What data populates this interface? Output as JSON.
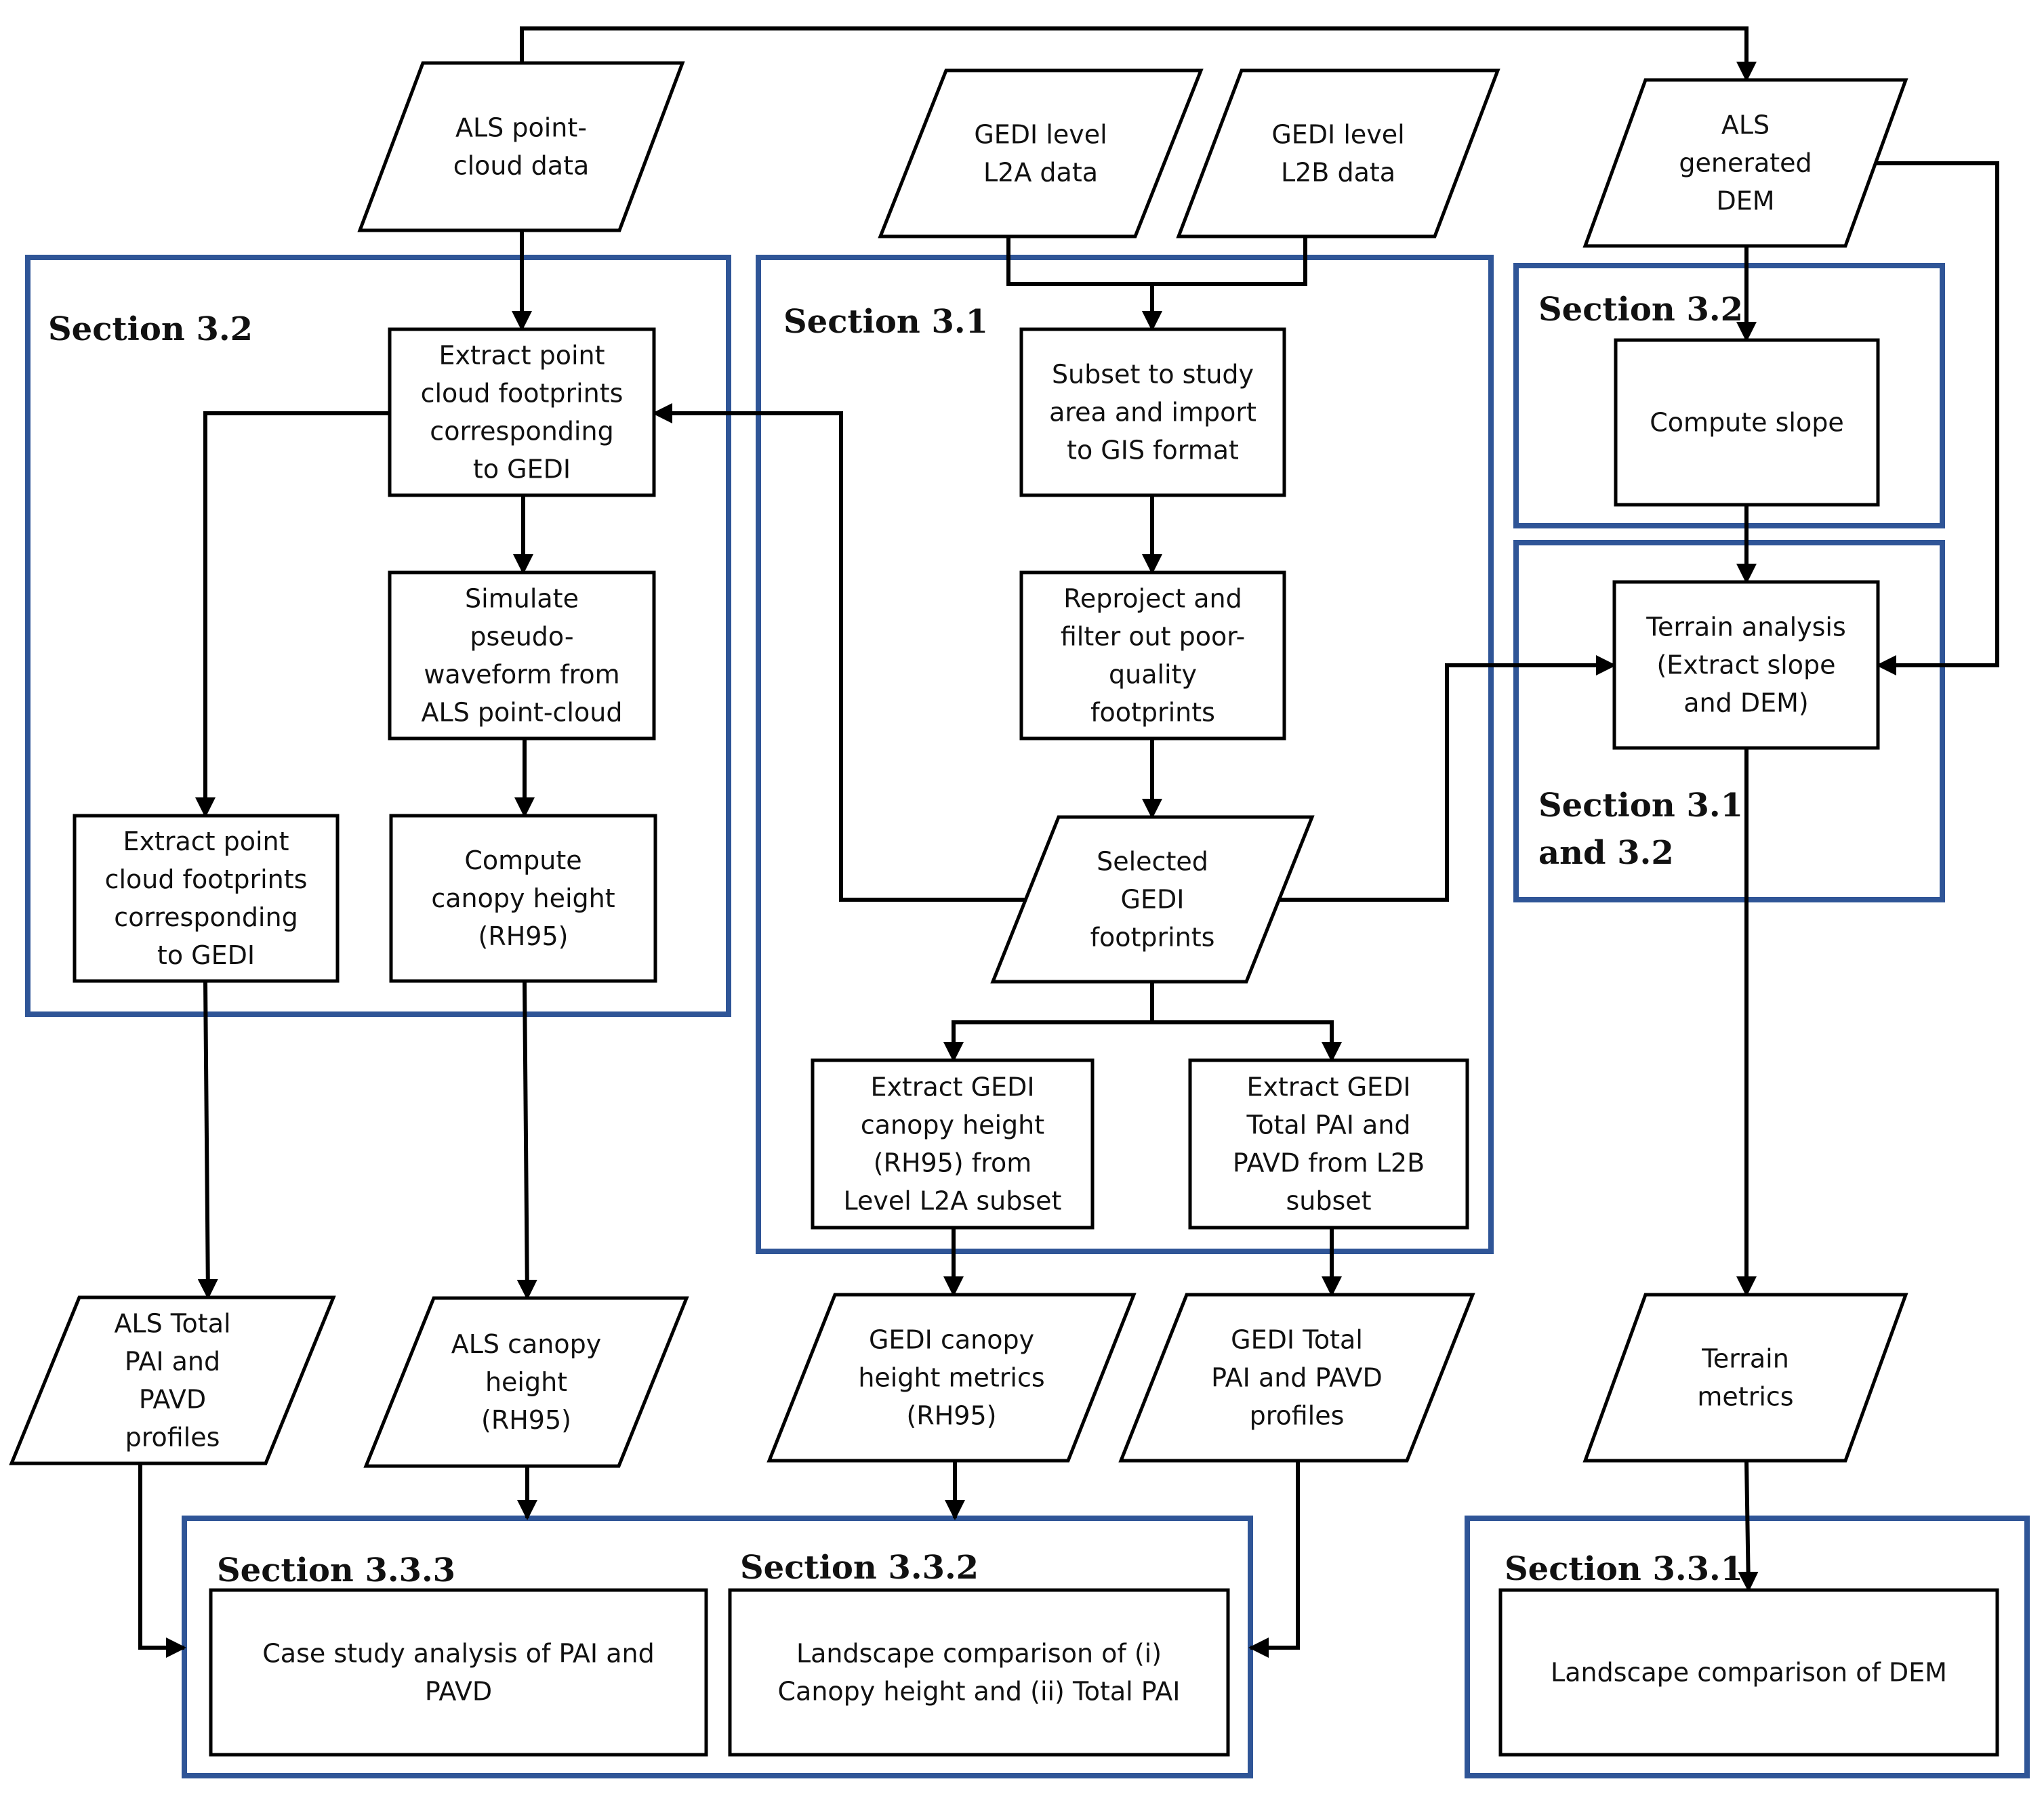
{
  "colors": {
    "section_border": "#2f5597",
    "line": "#000000",
    "text": "#111111",
    "background": "#ffffff"
  },
  "sections": [
    {
      "id": "sec_left_32",
      "label": "Section 3.2"
    },
    {
      "id": "sec_mid_31",
      "label": "Section 3.1"
    },
    {
      "id": "sec_right_32",
      "label": "Section 3.2"
    },
    {
      "id": "sec_right_3132",
      "lines": [
        "Section 3.1",
        "and 3.2"
      ]
    },
    {
      "id": "sec_333",
      "label": "Section 3.3.3"
    },
    {
      "id": "sec_332",
      "label": "Section 3.3.2"
    },
    {
      "id": "sec_331",
      "label": "Section  3.3.1"
    }
  ],
  "nodes": {
    "als_pointcloud": {
      "shape": "parallelogram",
      "lines": [
        "ALS point-",
        "cloud data"
      ]
    },
    "gedi_l2a": {
      "shape": "parallelogram",
      "lines": [
        "GEDI level",
        "L2A data"
      ]
    },
    "gedi_l2b": {
      "shape": "parallelogram",
      "lines": [
        "GEDI level",
        "L2B data"
      ]
    },
    "als_dem": {
      "shape": "parallelogram",
      "lines": [
        "ALS",
        "generated",
        "DEM"
      ]
    },
    "extract_pc_top": {
      "shape": "rect",
      "lines": [
        "Extract point",
        "cloud footprints",
        "corresponding",
        "to GEDI"
      ]
    },
    "simulate": {
      "shape": "rect",
      "lines": [
        "Simulate",
        "pseudo-",
        "waveform from",
        "ALS point-cloud"
      ]
    },
    "extract_pc_left": {
      "shape": "rect",
      "lines": [
        "Extract point",
        "cloud footprints",
        "corresponding",
        "to GEDI"
      ]
    },
    "compute_canopy": {
      "shape": "rect",
      "lines": [
        "Compute",
        "canopy height",
        "(RH95)"
      ]
    },
    "subset": {
      "shape": "rect",
      "lines": [
        "Subset to study",
        "area and import",
        "to GIS format"
      ]
    },
    "reproject": {
      "shape": "rect",
      "lines": [
        "Reproject and",
        "filter out poor-",
        "quality",
        "footprints"
      ]
    },
    "selected_gedi": {
      "shape": "parallelogram",
      "lines": [
        "Selected",
        "GEDI",
        "footprints"
      ]
    },
    "extract_gedi_canopy": {
      "shape": "rect",
      "lines": [
        "Extract GEDI",
        "canopy height",
        "(RH95) from",
        "Level L2A subset"
      ]
    },
    "extract_gedi_pai": {
      "shape": "rect",
      "lines": [
        "Extract GEDI",
        "Total PAI and",
        "PAVD from L2B",
        "subset"
      ]
    },
    "compute_slope": {
      "shape": "rect",
      "lines": [
        "Compute slope"
      ]
    },
    "terrain_analysis": {
      "shape": "rect",
      "lines": [
        "Terrain analysis",
        "(Extract slope",
        "and DEM)"
      ]
    },
    "als_pai": {
      "shape": "parallelogram",
      "lines": [
        "ALS Total",
        "PAI and",
        "PAVD",
        "profiles"
      ]
    },
    "als_canopy": {
      "shape": "parallelogram",
      "lines": [
        "ALS canopy",
        "height",
        "(RH95)"
      ]
    },
    "gedi_canopy_metrics": {
      "shape": "parallelogram",
      "lines": [
        "GEDI canopy",
        "height metrics",
        "(RH95)"
      ]
    },
    "gedi_pai_profiles": {
      "shape": "parallelogram",
      "lines": [
        "GEDI Total",
        "PAI and PAVD",
        "profiles"
      ]
    },
    "terrain_metrics": {
      "shape": "parallelogram",
      "lines": [
        "Terrain",
        "metrics"
      ]
    },
    "case_study": {
      "shape": "rect",
      "lines": [
        "Case study analysis of PAI and",
        "PAVD"
      ]
    },
    "landscape_canopy": {
      "shape": "rect",
      "lines": [
        "Landscape comparison of (i)",
        "Canopy height and (ii) Total PAI"
      ]
    },
    "landscape_dem": {
      "shape": "rect",
      "lines": [
        "Landscape comparison of DEM"
      ]
    }
  },
  "edges": [
    {
      "from": "als_pointcloud",
      "to": "extract_pc_top"
    },
    {
      "from": "als_pointcloud",
      "to": "als_dem"
    },
    {
      "from": "extract_pc_top",
      "to": "simulate"
    },
    {
      "from": "extract_pc_top",
      "to": "extract_pc_left"
    },
    {
      "from": "simulate",
      "to": "compute_canopy"
    },
    {
      "from": "gedi_l2a",
      "to": "subset"
    },
    {
      "from": "gedi_l2b",
      "to": "subset"
    },
    {
      "from": "subset",
      "to": "reproject"
    },
    {
      "from": "reproject",
      "to": "selected_gedi"
    },
    {
      "from": "selected_gedi",
      "to": "extract_pc_top"
    },
    {
      "from": "selected_gedi",
      "to": "terrain_analysis"
    },
    {
      "from": "selected_gedi",
      "to": "extract_gedi_canopy"
    },
    {
      "from": "selected_gedi",
      "to": "extract_gedi_pai"
    },
    {
      "from": "als_dem",
      "to": "compute_slope"
    },
    {
      "from": "als_dem",
      "to": "terrain_analysis"
    },
    {
      "from": "compute_slope",
      "to": "terrain_analysis"
    },
    {
      "from": "terrain_analysis",
      "to": "terrain_metrics"
    },
    {
      "from": "extract_pc_left",
      "to": "als_pai"
    },
    {
      "from": "compute_canopy",
      "to": "als_canopy"
    },
    {
      "from": "extract_gedi_canopy",
      "to": "gedi_canopy_metrics"
    },
    {
      "from": "extract_gedi_pai",
      "to": "gedi_pai_profiles"
    },
    {
      "from": "als_pai",
      "to": "case_study"
    },
    {
      "from": "als_canopy",
      "to": "case_study"
    },
    {
      "from": "gedi_canopy_metrics",
      "to": "landscape_canopy"
    },
    {
      "from": "gedi_pai_profiles",
      "to": "landscape_canopy"
    },
    {
      "from": "terrain_metrics",
      "to": "landscape_dem"
    }
  ]
}
